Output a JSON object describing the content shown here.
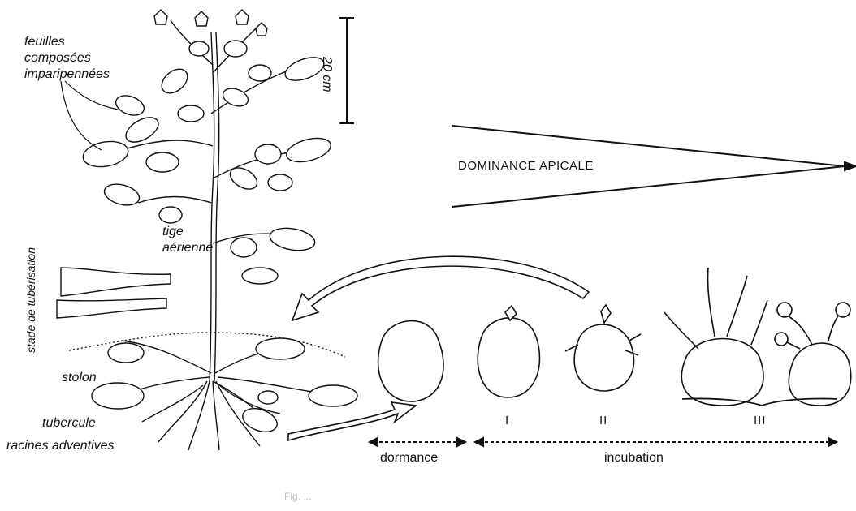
{
  "plant_labels": {
    "leaves": [
      "feuilles",
      "composées",
      "imparipennées"
    ],
    "stem": [
      "tige",
      "aérienne"
    ],
    "stolon": "stolon",
    "tuber": "tubercule",
    "roots": "racines adventives"
  },
  "scale_bar": "20 cm",
  "stage_axis": "stade de tubérisation",
  "dominance": "DOMINANCE APICALE",
  "stages": [
    "I",
    "II",
    "III"
  ],
  "phases": {
    "dormancy": "dormance",
    "incubation": "incubation"
  },
  "caption": "Fig. ..."
}
